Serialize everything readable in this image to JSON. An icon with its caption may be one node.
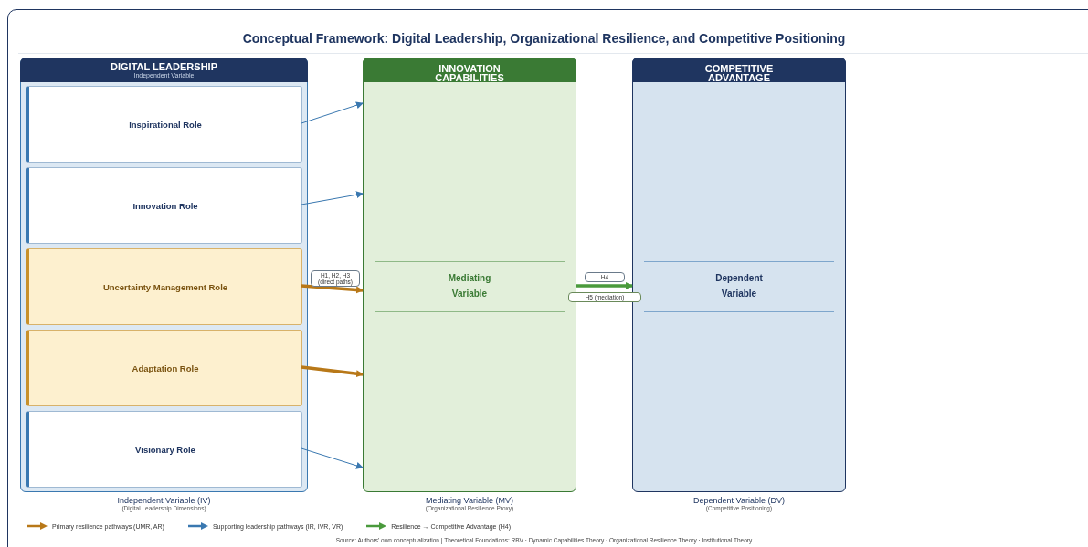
{
  "diagram": {
    "title": "Conceptual Framework: Digital Leadership, Organizational Resilience, and Competitive Positioning",
    "nodes": [
      {
        "text": [
          "DIGITAL LEADERSHIP",
          "Independent Variable"
        ],
        "beside": [
          "Independent Variable (IV)",
          "(Digital Leadership Dimensions)"
        ]
      },
      {
        "text": [
          "Inspirational Role"
        ],
        "in": 0
      },
      {
        "text": [
          "Innovation Role"
        ],
        "in": 0
      },
      {
        "text": [
          "Uncertainty Management Role"
        ],
        "in": 0
      },
      {
        "text": [
          "Adaptation Role"
        ],
        "in": 0
      },
      {
        "text": [
          "Visionary Role"
        ],
        "in": 0
      },
      {
        "text": [
          "INNOVATION CAPABILITIES",
          "Mediating Variable"
        ],
        "beside": [
          "Mediating Variable (MV)",
          "(Organizational Resilience Proxy)"
        ]
      },
      {
        "text": [
          "COMPETITIVE ADVANTAGE",
          "Dependent Variable"
        ],
        "beside": [
          "Dependent Variable (DV)",
          "(Competitive Positioning)"
        ]
      }
    ],
    "edges": [
      {
        "from": 1,
        "to": 6,
        "arrow": "to"
      },
      {
        "from": 2,
        "to": 6,
        "arrow": "to"
      },
      {
        "from": 3,
        "to": 6,
        "arrow": "to",
        "label": "H1, H2, H3 (direct paths)",
        "style": "thick",
        "color": "#b87818"
      },
      {
        "from": 4,
        "to": 6,
        "arrow": "to",
        "style": "thick",
        "color": "#b87818"
      },
      {
        "from": 5,
        "to": 6,
        "arrow": "to"
      },
      {
        "from": 6,
        "to": 7,
        "arrow": "to",
        "label": "H4",
        "style": "thick",
        "color": "#4a9a3c"
      }
    ],
    "labels": [
      "H5 (mediation)"
    ],
    "legend": [
      {
        "text": "Primary resilience pathways (UMR, AR)"
      },
      {
        "text": "Supporting leadership pathways (IR, IVR, VR)"
      },
      {
        "text": "Resilience → Competitive Advantage (H4)"
      }
    ],
    "caption": "Source: Authors' own conceptualization | Theoretical Foundations: RBV · Dynamic Capabilities Theory · Organizational Resilience Theory · Institutional Theory"
  }
}
